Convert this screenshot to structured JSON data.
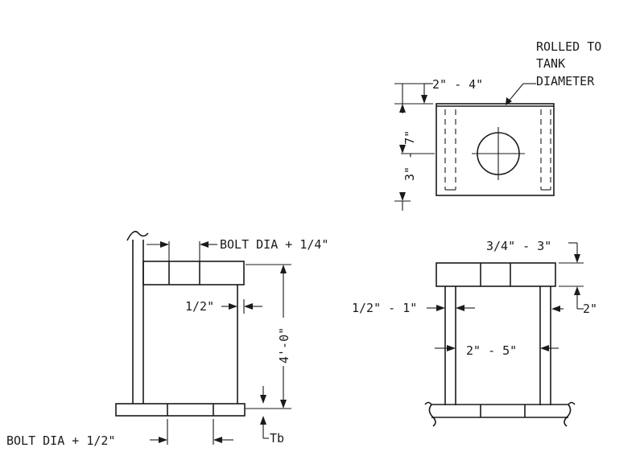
{
  "labels": {
    "rolled_line1": "ROLLED TO",
    "rolled_line2": "TANK",
    "rolled_line3": "DIAMETER",
    "top_width": "2\" - 4\"",
    "top_height": "3\" - 7\"",
    "bolt_dia_quarter": "BOLT DIA + 1/4\"",
    "half_inch": "1/2\"",
    "height_4ft": "4'-0\"",
    "tb": "Tb",
    "bolt_dia_half": "BOLT DIA + 1/2\"",
    "range_3q_3": "3/4\" - 3\"",
    "range_half_1": "1/2\" - 1\"",
    "two_inch": "2\"",
    "range_2_5": "2\" - 5\""
  },
  "colors": {
    "ink": "#1a1a1a",
    "paper": "#ffffff"
  }
}
